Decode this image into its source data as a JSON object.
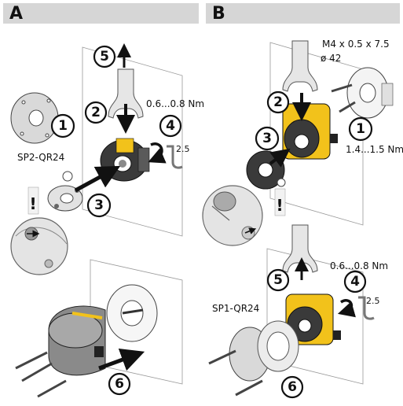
{
  "panels": {
    "a": {
      "letter": "A",
      "part_label": "SP2-QR24",
      "torque": "0.6...0.8 Nm",
      "key_size": "2.5",
      "steps": [
        "1",
        "2",
        "3",
        "4",
        "5",
        "6"
      ],
      "warning": "!"
    },
    "b": {
      "letter": "B",
      "screw_spec": "M4 x 0.5 x 7.5",
      "diameter": "ø 42",
      "torque_mount": "1.4...1.5 Nm",
      "torque": "0.6...0.8 Nm",
      "key_size": "2.5",
      "part_label": "SP1-QR24",
      "steps": [
        "1",
        "2",
        "3",
        "4",
        "5",
        "6"
      ],
      "warning": "!"
    }
  },
  "colors": {
    "header": "#d6d6d6",
    "yellow": "#f2c21b",
    "dark_grey": "#3a3a3a",
    "mid_grey": "#8a8a8a",
    "light_grey": "#cfcfcf"
  }
}
